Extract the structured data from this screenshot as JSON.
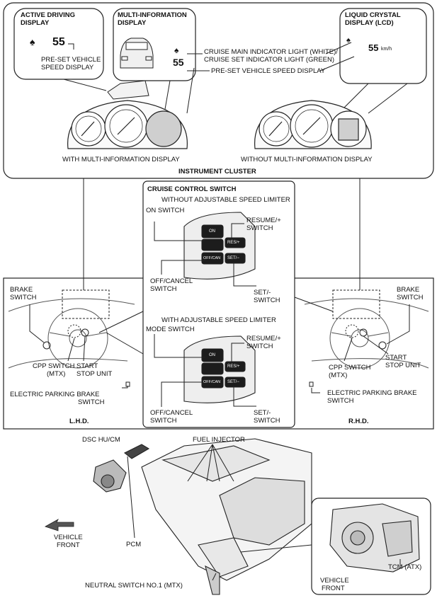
{
  "instrument_cluster": {
    "title": "INSTRUMENT CLUSTER",
    "active_driving_display": {
      "title_line1": "ACTIVE DRIVING",
      "title_line2": "DISPLAY",
      "speed": "55",
      "label_line1": "PRE-SET VEHICLE",
      "label_line2": "SPEED DISPLAY"
    },
    "multi_information_display": {
      "title_line1": "MULTI-INFORMATION",
      "title_line2": "DISPLAY",
      "speed": "55"
    },
    "lcd": {
      "title_line1": "LIQUID CRYSTAL",
      "title_line2": "DISPLAY (LCD)",
      "speed": "55",
      "unit": "km/h"
    },
    "indicator_label_line1": "CRUISE MAIN INDICATOR LIGHT (WHITE)/",
    "indicator_label_line2": "CRUISE SET INDICATOR LIGHT (GREEN)",
    "preset_speed_label": "PRE-SET VEHICLE SPEED DISPLAY",
    "with_mid_caption": "WITH MULTI-INFORMATION DISPLAY",
    "without_mid_caption": "WITHOUT MULTI-INFORMATION DISPLAY"
  },
  "cruise_control_switch": {
    "title": "CRUISE CONTROL SWITCH",
    "without_limiter": {
      "heading": "WITHOUT ADJUSTABLE SPEED LIMITER",
      "left_top_label": "ON SWITCH",
      "resume_line1": "RESUME/+",
      "resume_line2": "SWITCH",
      "off_line1": "OFF/CANCEL",
      "off_line2": "SWITCH",
      "set_line1": "SET/-",
      "set_line2": "SWITCH"
    },
    "with_limiter": {
      "heading": "WITH ADJUSTABLE SPEED LIMITER",
      "left_top_label": "MODE SWITCH",
      "resume_line1": "RESUME/+",
      "resume_line2": "SWITCH",
      "off_line1": "OFF/CANCEL",
      "off_line2": "SWITCH",
      "set_line1": "SET/-",
      "set_line2": "SWITCH"
    },
    "button_labels": {
      "on": "ON",
      "res": "RES/+",
      "off": "OFF/CAN",
      "set": "SET/−"
    }
  },
  "lhd": {
    "caption": "L.H.D.",
    "brake_line1": "BRAKE",
    "brake_line2": "SWITCH",
    "cpp_line1": "CPP SWITCH",
    "cpp_line2": "(MTX)",
    "start_line1": "START",
    "start_line2": "STOP UNIT",
    "epb_line1": "ELECTRIC PARKING BRAKE",
    "epb_line2": "SWITCH"
  },
  "rhd": {
    "caption": "R.H.D.",
    "brake_line1": "BRAKE",
    "brake_line2": "SWITCH",
    "cpp_line1": "CPP SWITCH",
    "cpp_line2": "(MTX)",
    "start_line1": "START",
    "start_line2": "STOP UNIT",
    "epb_line1": "ELECTRIC PARKING BRAKE",
    "epb_line2": "SWITCH"
  },
  "engine": {
    "dsc": "DSC HU/CM",
    "fuel_injector": "FUEL INJECTOR",
    "pcm": "PCM",
    "vehicle_front_line1": "VEHICLE",
    "vehicle_front_line2": "FRONT",
    "neutral_switch": "NEUTRAL SWITCH NO.1 (MTX)",
    "tcm": "TCM (ATX)",
    "vehicle_front2_line1": "VEHICLE",
    "vehicle_front2_line2": "FRONT"
  }
}
